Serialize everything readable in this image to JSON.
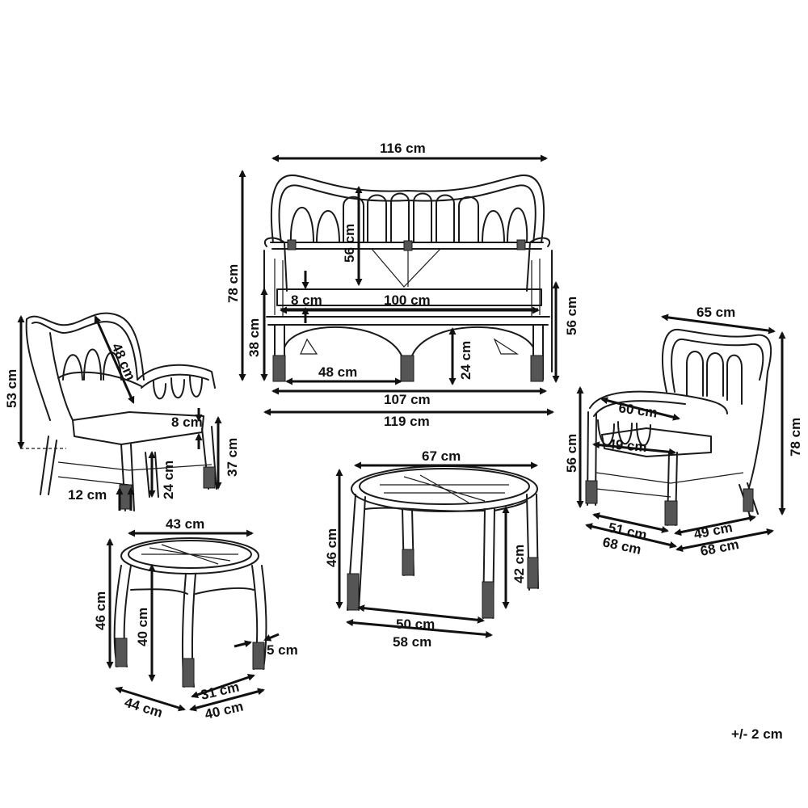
{
  "tolerance_note": "+/- 2 cm",
  "sofa": {
    "width_top": "116 cm",
    "back_height": "56 cm",
    "cushion_thickness": "8 cm",
    "seat_width": "100 cm",
    "total_height": "78 cm",
    "seat_height": "38 cm",
    "arm_height": "56 cm",
    "clearance": "24 cm",
    "leg_span": "48 cm",
    "base_width": "107 cm",
    "overall_width": "119 cm"
  },
  "chair_left": {
    "back_height": "48 cm",
    "total_height": "53 cm",
    "cushion_thickness": "8 cm",
    "seat_height": "37 cm",
    "clearance": "24 cm",
    "leg_offset": "12 cm"
  },
  "chair_right": {
    "top_width": "65 cm",
    "inner_width": "60 cm",
    "seat_depth": "49 cm",
    "arm_height": "56 cm",
    "total_height": "78 cm",
    "base_depth": "51 cm",
    "overall_depth": "68 cm",
    "base_width": "49 cm",
    "overall_width": "68 cm"
  },
  "coffee_table": {
    "top_width": "67 cm",
    "height": "46 cm",
    "inner_height": "42 cm",
    "leg_span": "50 cm",
    "base_width": "58 cm"
  },
  "side_table": {
    "top_width": "43 cm",
    "height": "46 cm",
    "inner_height": "40 cm",
    "leg_thickness": "5 cm",
    "leg_span": "31 cm",
    "depth": "44 cm",
    "width": "40 cm"
  }
}
